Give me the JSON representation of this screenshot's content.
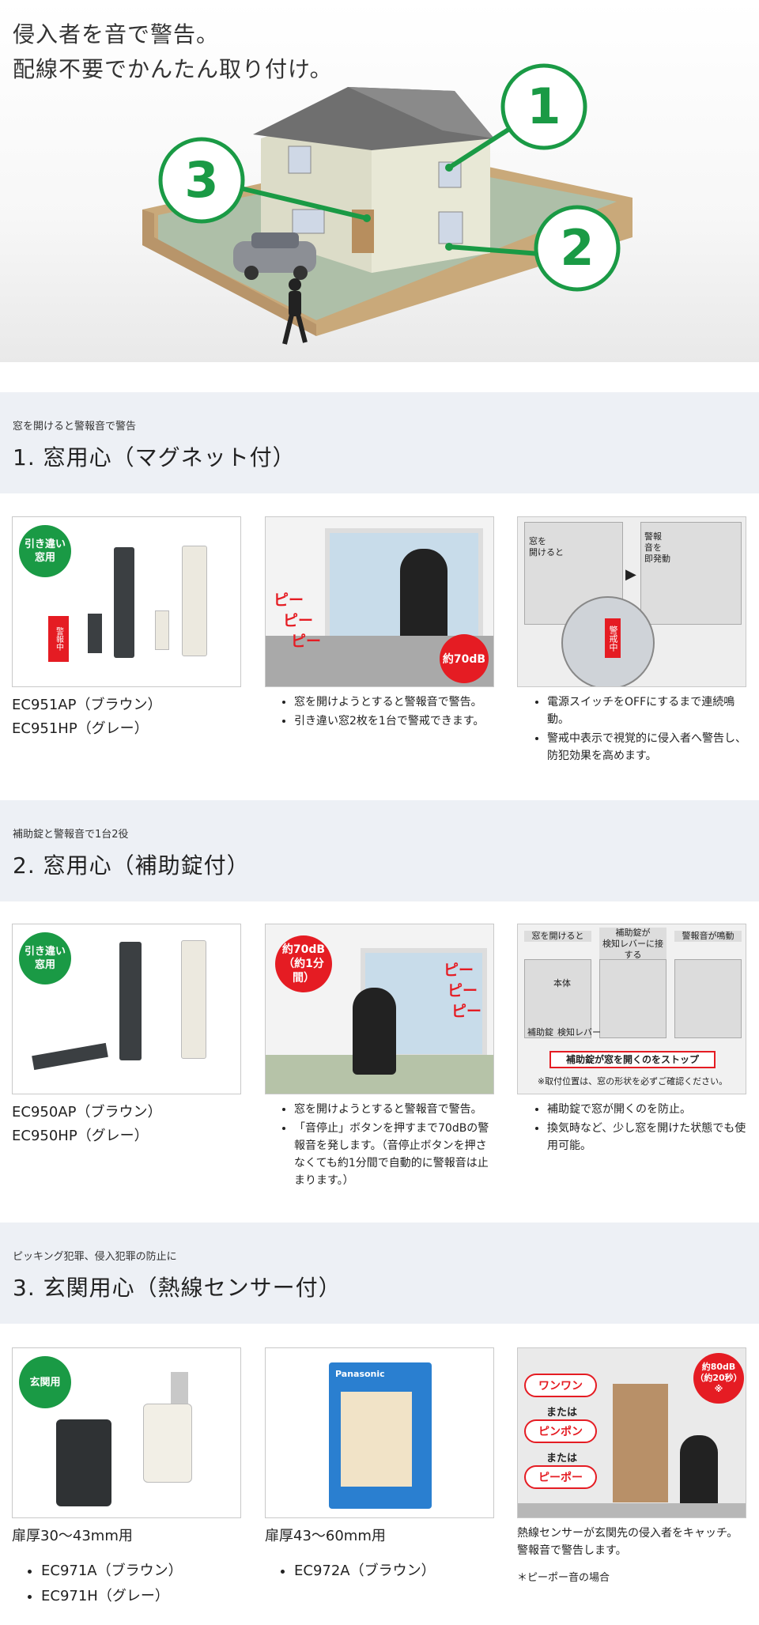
{
  "hero": {
    "line1": "侵入者を音で警告。",
    "line2": "配線不要でかんたん取り付け。",
    "callouts": [
      "1",
      "2",
      "3"
    ]
  },
  "sections": [
    {
      "subtitle": "窓を開けると警報音で警告",
      "title": "1. 窓用心（マグネット付）",
      "badge": "引き違い\n窓用",
      "models": [
        "EC951AP（ブラウン）",
        "EC951HP（グレー）"
      ],
      "product_label": "警報中",
      "beep": [
        "ピー",
        "ピー",
        "ピー"
      ],
      "level": "約70dB",
      "bullets_mid": [
        "窓を開けようとすると警報音で警告。",
        "引き違い窓2枚を1台で警戒できます。"
      ],
      "step_labels": [
        "窓を\n開けると",
        "警報\n音を\n即発動"
      ],
      "zoom_label": "警戒中",
      "bullets_right": [
        "電源スイッチをOFFにするまで連続鳴動。",
        "警戒中表示で視覚的に侵入者へ警告し、防犯効果を高めます。"
      ]
    },
    {
      "subtitle": "補助錠と警報音で1台2役",
      "title": "2. 窓用心（補助錠付）",
      "badge": "引き違い\n窓用",
      "models": [
        "EC950AP（ブラウン）",
        "EC950HP（グレー）"
      ],
      "level": "約70dB\n（約1分間）",
      "beep": [
        "ピー",
        "ピー",
        "ピー"
      ],
      "bullets_mid": [
        "窓を開けようとすると警報音で警告。",
        "「音停止」ボタンを押すまで70dBの警報音を発します。（音停止ボタンを押さなくても約1分間で自動的に警報音は止まります。）"
      ],
      "step_labels": [
        "窓を開けると",
        "補助錠が\n検知レバーに接する",
        "警報音が鳴動"
      ],
      "diagram_labels": [
        "本体",
        "補助錠",
        "検知レバー"
      ],
      "stop_label": "補助錠が窓を開くのをストップ",
      "diagram_note": "※取付位置は、窓の形状を必ずご確認ください。",
      "bullets_right": [
        "補助錠で窓が開くのを防止。",
        "換気時など、少し窓を開けた状態でも使用可能。"
      ]
    },
    {
      "subtitle": "ピッキング犯罪、侵入犯罪の防止に",
      "title": "3. 玄関用心（熱線センサー付）",
      "badge": "玄関用",
      "door_small": "扉厚30～43mm用",
      "models_small": [
        "EC971A（ブラウン）",
        "EC971H（グレー）"
      ],
      "door_large": "扉厚43～60mm用",
      "models_large": [
        "EC972A（ブラウン）"
      ],
      "box_brand": "Panasonic",
      "sounds": [
        "ワンワン",
        "ピンポン",
        "ピーポー"
      ],
      "or_word": "または",
      "level": "約80dB\n（約20秒）\n※",
      "description": "熱線センサーが玄関先の侵入者をキャッチ。警報音で警告します。",
      "footnote": "＊ピーポー音の場合"
    }
  ]
}
